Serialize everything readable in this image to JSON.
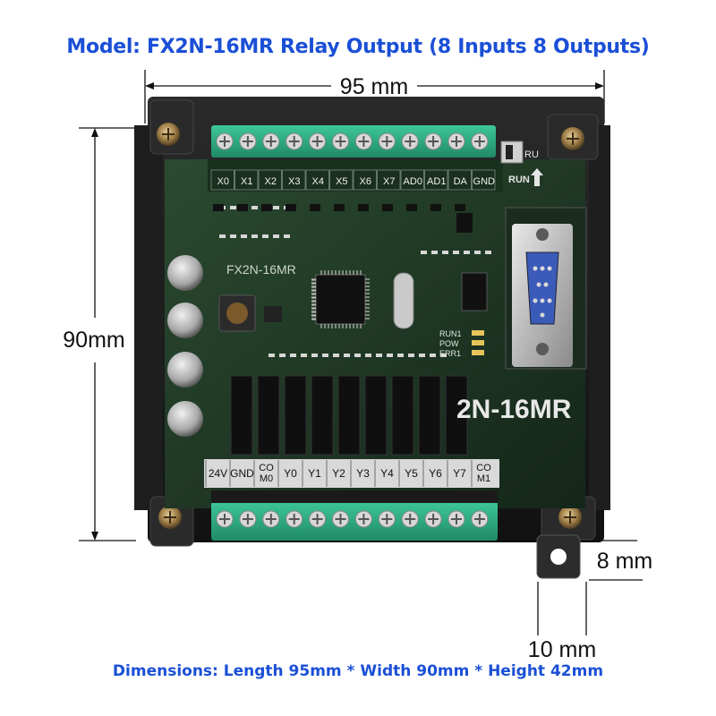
{
  "header": {
    "title": "Model: FX2N-16MR Relay Output (8 Inputs 8 Outputs)"
  },
  "footer": {
    "text": "Dimensions: Length 95mm * Width 90mm * Height 42mm"
  },
  "dimensions": {
    "width": "95 mm",
    "height": "90mm",
    "mount_tab": "8 mm",
    "foot": "10 mm"
  },
  "board": {
    "model_silk": "FX2N-16MR",
    "model_big": "2N-16MR",
    "run_label": "RUN",
    "ru_label": "RU",
    "led_labels": [
      "RUN1",
      "POW",
      "ERR1"
    ],
    "input_labels": [
      "X0",
      "X1",
      "X2",
      "X3",
      "X4",
      "X5",
      "X6",
      "X7",
      "AD0",
      "AD1",
      "DA",
      "GND"
    ],
    "output_labels": [
      "24V",
      "GND",
      "CO M0",
      "Y0",
      "Y1",
      "Y2",
      "Y3",
      "Y4",
      "Y5",
      "Y6",
      "Y7",
      "CO M1"
    ]
  },
  "colors": {
    "title": "#1a4fd6",
    "pcb": "#1f3a25",
    "terminal": "#2fb38a",
    "case": "#1b1b1b",
    "connector": "#3b5bb8"
  }
}
